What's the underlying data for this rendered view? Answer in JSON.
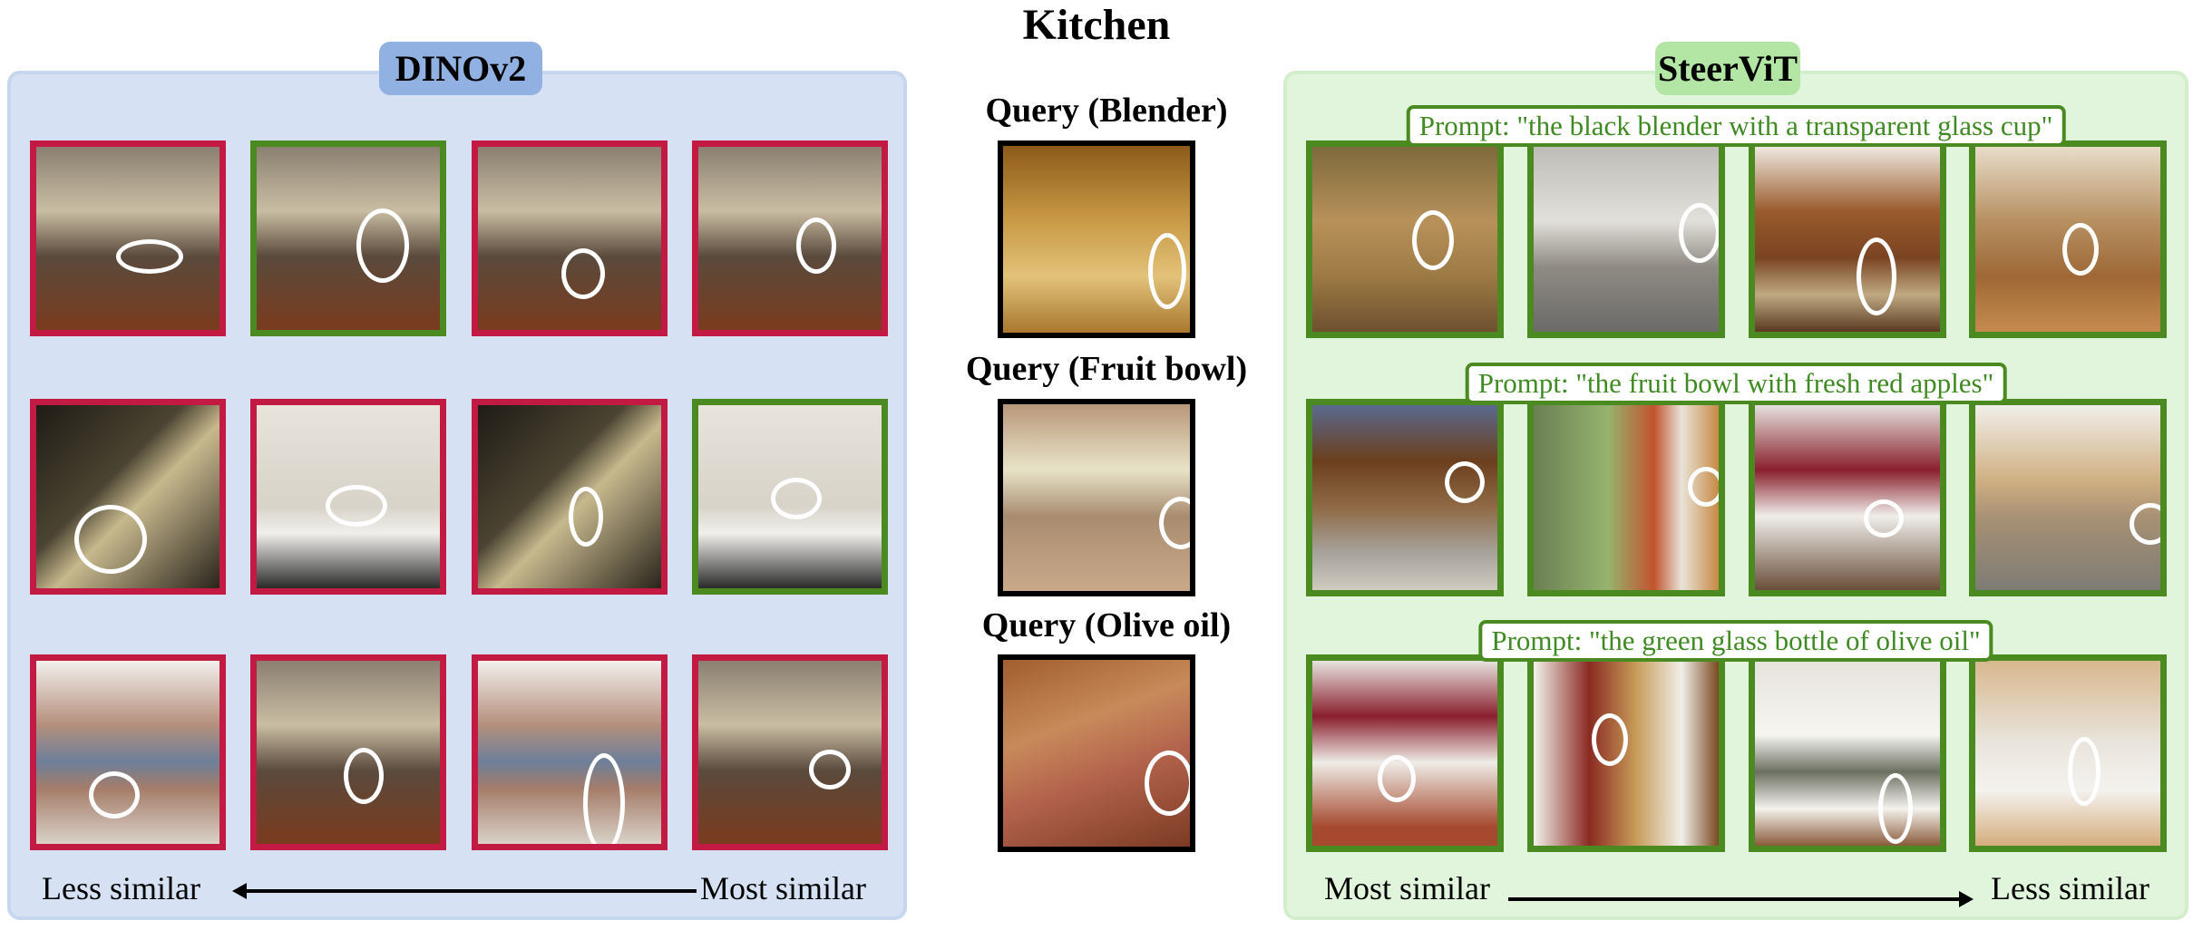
{
  "figure": {
    "title": "Kitchen",
    "colors": {
      "dino_panel_bg": "#d6e2f4",
      "dino_badge_bg": "#92b1e3",
      "steer_panel_bg": "#e1f5dc",
      "steer_badge_bg": "#b3e6a4",
      "incorrect_border": "#c21a42",
      "correct_border": "#4b8a20",
      "prompt_text": "#3f8a22"
    }
  },
  "dinov2": {
    "label": "DINOv2",
    "caption_left": "Less similar",
    "caption_right": "Most similar",
    "arrow_direction": "left",
    "rows": [
      {
        "query": "Blender",
        "results": [
          "incorrect",
          "correct",
          "incorrect",
          "incorrect"
        ]
      },
      {
        "query": "Fruit bowl",
        "results": [
          "incorrect",
          "incorrect",
          "incorrect",
          "correct"
        ]
      },
      {
        "query": "Olive oil",
        "results": [
          "incorrect",
          "incorrect",
          "incorrect",
          "incorrect"
        ]
      }
    ]
  },
  "queries": [
    {
      "title": "Query (Blender)",
      "object": "blender"
    },
    {
      "title": "Query (Fruit bowl)",
      "object": "fruit bowl"
    },
    {
      "title": "Query (Olive oil)",
      "object": "olive oil"
    }
  ],
  "steervit": {
    "label": "SteerViT",
    "caption_left": "Most similar",
    "caption_right": "Less similar",
    "arrow_direction": "right",
    "rows": [
      {
        "prompt": "Prompt: \"the black blender with a transparent glass cup\"",
        "results": [
          "correct",
          "correct",
          "correct",
          "correct"
        ]
      },
      {
        "prompt": "Prompt: \"the fruit bowl with fresh red apples\"",
        "results": [
          "correct",
          "correct",
          "correct",
          "correct"
        ]
      },
      {
        "prompt": "Prompt: \"the green glass bottle of olive oil\"",
        "results": [
          "correct",
          "correct",
          "correct",
          "correct"
        ]
      }
    ]
  }
}
